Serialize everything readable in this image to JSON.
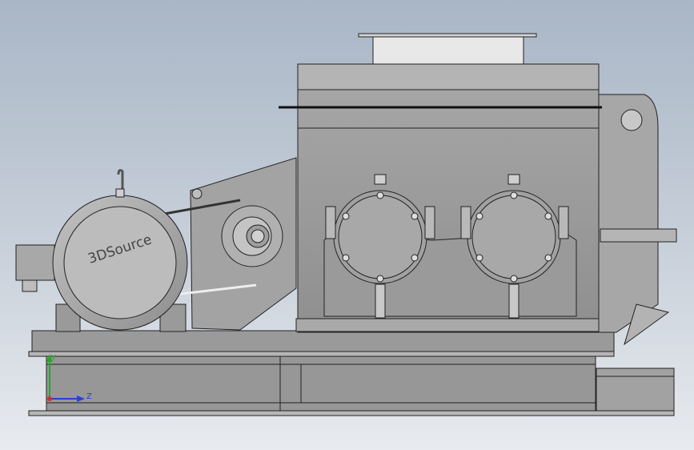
{
  "viewport": {
    "background_top": "#a9b6c6",
    "background_bottom": "#e8ebef",
    "part_color": "#9c9c9c",
    "edge_color": "#222222"
  },
  "motor": {
    "brand_text": "3DSource"
  },
  "triad": {
    "y_label": "Y",
    "z_label": "Z",
    "y_color": "#2aa52a",
    "z_color": "#2a3fd6",
    "origin_color": "#d62a2a"
  }
}
